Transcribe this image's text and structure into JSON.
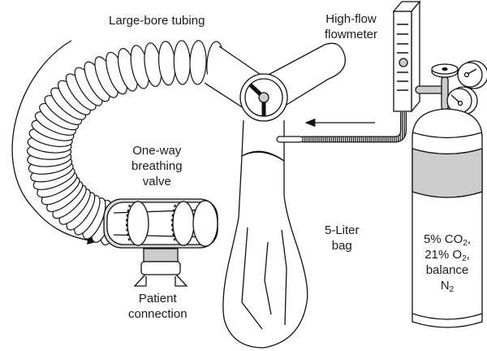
{
  "diagram": {
    "title": "CO2 rebreathing / inhalation apparatus",
    "colors": {
      "stroke": "#111111",
      "fill_gray": "#cccccc",
      "background": "#ffffff"
    },
    "labels": {
      "tubing": "Large-bore tubing",
      "flowmeter_line1": "High-flow",
      "flowmeter_line2": "flowmeter",
      "valve_line1": "One-way",
      "valve_line2": "breathing",
      "valve_line3": "valve",
      "patient_line1": "Patient",
      "patient_line2": "connection",
      "bag_line1": "5-Liter",
      "bag_line2": "bag",
      "gas_line1_pre": "5% CO",
      "gas_line1_sub": "2",
      "gas_line1_post": ",",
      "gas_line2_pre": "21% O",
      "gas_line2_sub": "2",
      "gas_line2_post": ",",
      "gas_line3": "balance",
      "gas_line4_pre": "N",
      "gas_line4_sub": "2"
    },
    "components": [
      "large-bore-tubing",
      "one-way-breathing-valve",
      "patient-connection",
      "y-connector-valve",
      "5-liter-bag",
      "gas-supply-line",
      "high-flow-flowmeter",
      "gas-cylinder",
      "regulator-gauges",
      "flow-direction-arrows"
    ]
  }
}
